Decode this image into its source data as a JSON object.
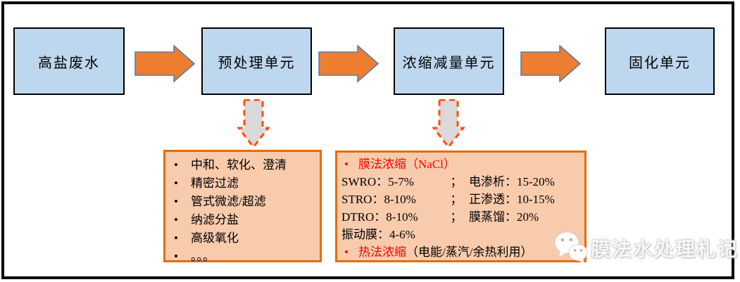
{
  "diagram": {
    "flow_boxes": [
      {
        "label": "高盐废水"
      },
      {
        "label": "预处理单元"
      },
      {
        "label": "浓缩减量单元"
      },
      {
        "label": "固化单元"
      }
    ],
    "bullet_glyph": "•",
    "pretreatment_detail": {
      "items": [
        "中和、软化、澄清",
        "精密过滤",
        "管式微滤/超滤",
        "纳滤分盐",
        "高级氧化",
        "。。。"
      ]
    },
    "concentration_detail": {
      "membrane_heading": "膜法浓缩（NaCl）",
      "rows": [
        {
          "left": "SWRO：5-7%",
          "sep": "；",
          "right": "电渗析：15-20%"
        },
        {
          "left": "STRO：8-10%",
          "sep": "；",
          "right": "正渗透：10-15%"
        },
        {
          "left": "DTRO：8-10%",
          "sep": "；",
          "right": "膜蒸馏：20%"
        },
        {
          "left": "振动膜：4-6%",
          "sep": "",
          "right": ""
        }
      ],
      "thermal_heading": "热法浓缩",
      "thermal_suffix": "（电能/蒸汽/余热利用）"
    },
    "watermark": {
      "label": "膜法水处理札记",
      "icon": "wechat-icon"
    },
    "colors": {
      "flow_box_fill": "#BDD7EE",
      "flow_box_border": "#000000",
      "arrow_fill": "#ED7D31",
      "arrow_outline": "#5B7CA8",
      "dashed_arrow_fill": "#D9D9D9",
      "dashed_arrow_outline": "#FF4E0E",
      "detail_box_fill": "#F8CBAD",
      "detail_box_border": "#E36C0A",
      "highlight_red": "#FF0000"
    }
  }
}
